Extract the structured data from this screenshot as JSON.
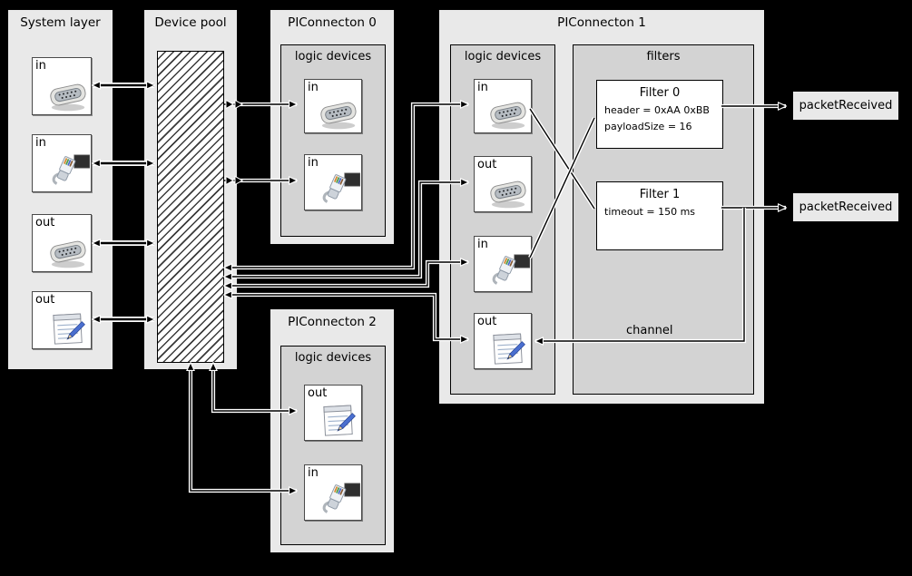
{
  "colors": {
    "bg": "#000000",
    "panel_bg": "#e9e9e9",
    "inner_bg": "#d3d3d3",
    "item_bg": "#ffffff",
    "wire": "#000000",
    "wire_halo": "#ffffff"
  },
  "system_layer": {
    "title": "System layer",
    "items": [
      {
        "label": "in",
        "icon": "serial-port"
      },
      {
        "label": "in",
        "icon": "ethernet"
      },
      {
        "label": "out",
        "icon": "serial-port"
      },
      {
        "label": "out",
        "icon": "notes"
      }
    ]
  },
  "device_pool": {
    "title": "Device pool"
  },
  "piconnecton_0": {
    "title": "PIConnecton 0",
    "group_title": "logic devices",
    "items": [
      {
        "label": "in",
        "icon": "serial-port"
      },
      {
        "label": "in",
        "icon": "ethernet"
      }
    ]
  },
  "piconnecton_1": {
    "title": "PIConnecton 1",
    "logic_group_title": "logic devices",
    "filters_group_title": "filters",
    "items": [
      {
        "label": "in",
        "icon": "serial-port"
      },
      {
        "label": "out",
        "icon": "serial-port"
      },
      {
        "label": "in",
        "icon": "ethernet"
      },
      {
        "label": "out",
        "icon": "notes"
      }
    ],
    "filters": [
      {
        "title": "Filter 0",
        "lines": [
          "header = 0xAA 0xBB",
          "payloadSize = 16"
        ]
      },
      {
        "title": "Filter 1",
        "lines": [
          "timeout = 150 ms"
        ]
      }
    ],
    "channel_label": "channel"
  },
  "piconnecton_2": {
    "title": "PIConnecton 2",
    "group_title": "logic devices",
    "items": [
      {
        "label": "out",
        "icon": "notes"
      },
      {
        "label": "in",
        "icon": "ethernet"
      }
    ]
  },
  "events": [
    {
      "label": "packetReceived"
    },
    {
      "label": "packetReceived"
    }
  ]
}
